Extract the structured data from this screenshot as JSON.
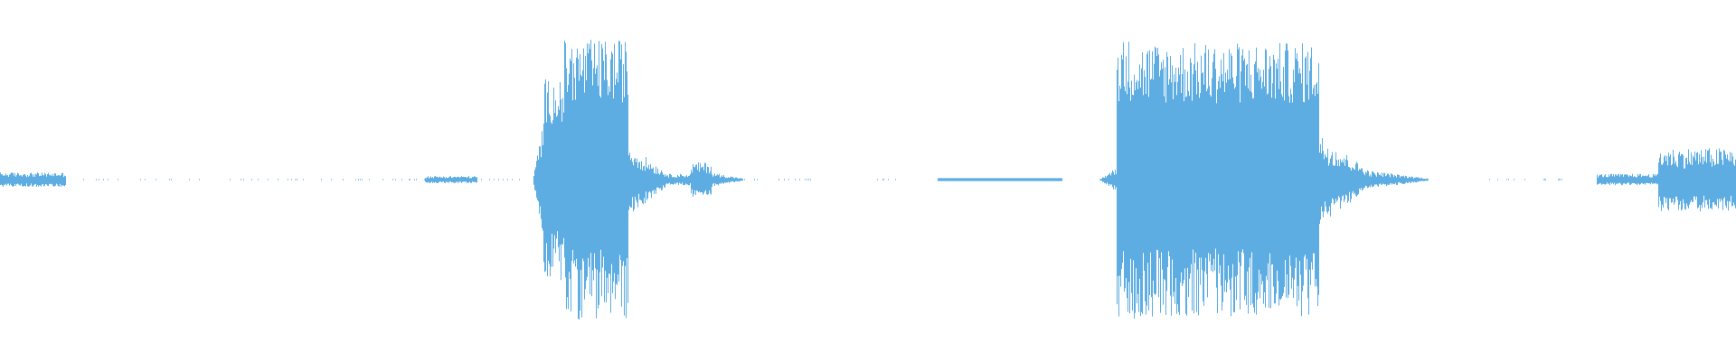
{
  "waveform": {
    "color": "#5DADE2",
    "background": "#ffffff",
    "segments": [
      {
        "start": 0.0,
        "end": 0.038,
        "amplitude": 0.05,
        "shape": "noise"
      },
      {
        "start": 0.045,
        "end": 0.3,
        "amplitude": 0.005,
        "shape": "dots"
      },
      {
        "start": 0.245,
        "end": 0.275,
        "amplitude": 0.025,
        "shape": "noise"
      },
      {
        "start": 0.307,
        "end": 0.313,
        "amplitude": 0.45,
        "shape": "attack"
      },
      {
        "start": 0.313,
        "end": 0.325,
        "amplitude": 0.7,
        "shape": "burst"
      },
      {
        "start": 0.325,
        "end": 0.362,
        "amplitude": 0.97,
        "shape": "burst"
      },
      {
        "start": 0.362,
        "end": 0.385,
        "amplitude": 0.25,
        "shape": "decay"
      },
      {
        "start": 0.385,
        "end": 0.398,
        "amplitude": 0.04,
        "shape": "noise"
      },
      {
        "start": 0.398,
        "end": 0.41,
        "amplitude": 0.12,
        "shape": "noise"
      },
      {
        "start": 0.41,
        "end": 0.428,
        "amplitude": 0.05,
        "shape": "decay"
      },
      {
        "start": 0.428,
        "end": 0.47,
        "amplitude": 0.005,
        "shape": "dots"
      },
      {
        "start": 0.505,
        "end": 0.52,
        "amplitude": 0.004,
        "shape": "dots"
      },
      {
        "start": 0.54,
        "end": 0.612,
        "amplitude": 0.01,
        "shape": "line"
      },
      {
        "start": 0.633,
        "end": 0.643,
        "amplitude": 0.09,
        "shape": "attack"
      },
      {
        "start": 0.643,
        "end": 0.655,
        "amplitude": 0.98,
        "shape": "burst"
      },
      {
        "start": 0.655,
        "end": 0.76,
        "amplitude": 0.95,
        "shape": "burst"
      },
      {
        "start": 0.76,
        "end": 0.79,
        "amplitude": 0.32,
        "shape": "decay"
      },
      {
        "start": 0.79,
        "end": 0.823,
        "amplitude": 0.06,
        "shape": "decay"
      },
      {
        "start": 0.855,
        "end": 0.9,
        "amplitude": 0.004,
        "shape": "dots"
      },
      {
        "start": 0.92,
        "end": 0.955,
        "amplitude": 0.04,
        "shape": "noise"
      },
      {
        "start": 0.955,
        "end": 1.0,
        "amplitude": 0.22,
        "shape": "noise"
      }
    ]
  }
}
